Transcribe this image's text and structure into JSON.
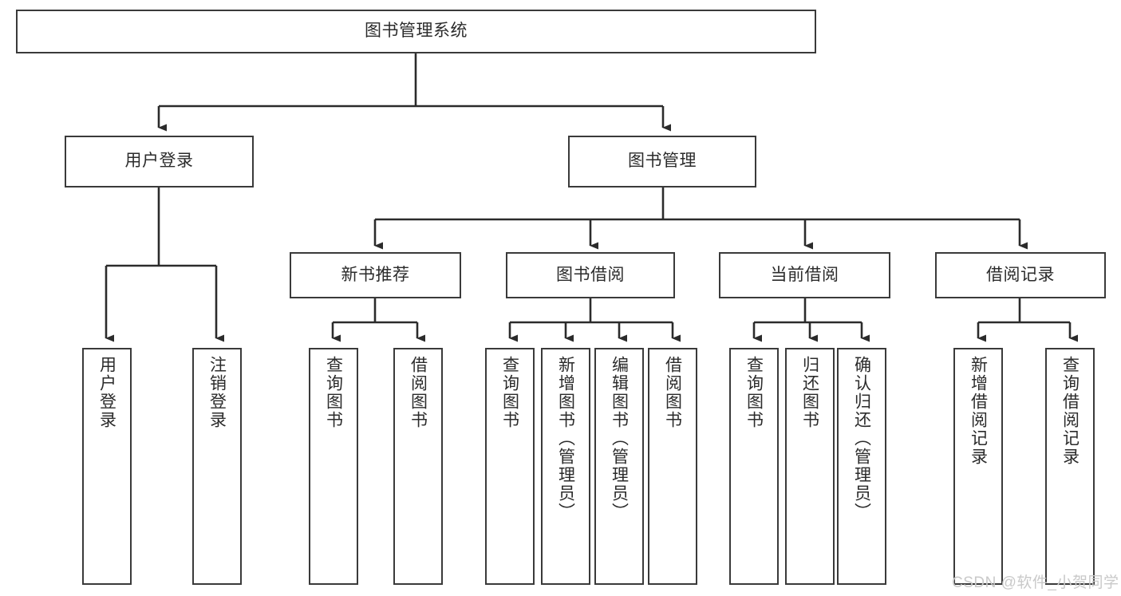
{
  "diagram": {
    "title": "图书管理系统",
    "type": "hierarchy-tree",
    "root": {
      "id": "root",
      "label": "图书管理系统"
    },
    "level1": [
      {
        "id": "user-login",
        "label": "用户登录"
      },
      {
        "id": "book-manage",
        "label": "图书管理"
      }
    ],
    "level2": [
      {
        "id": "new-book-rec",
        "label": "新书推荐"
      },
      {
        "id": "book-borrow",
        "label": "图书借阅"
      },
      {
        "id": "current-borrow",
        "label": "当前借阅"
      },
      {
        "id": "borrow-record",
        "label": "借阅记录"
      }
    ],
    "leaves": {
      "user_login": [
        {
          "id": "leaf-user-login",
          "label": "用户登录"
        },
        {
          "id": "leaf-logout-login",
          "label": "注销登录"
        }
      ],
      "new_book_rec": [
        {
          "id": "leaf-query-book-1",
          "label": "查询图书"
        },
        {
          "id": "leaf-borrow-book-1",
          "label": "借阅图书"
        }
      ],
      "book_borrow": [
        {
          "id": "leaf-query-book-2",
          "label": "查询图书"
        },
        {
          "id": "leaf-add-book",
          "label": "新增图书（管理员）"
        },
        {
          "id": "leaf-edit-book",
          "label": "编辑图书（管理员）"
        },
        {
          "id": "leaf-borrow-book-2",
          "label": "借阅图书"
        }
      ],
      "current_borrow": [
        {
          "id": "leaf-query-book-3",
          "label": "查询图书"
        },
        {
          "id": "leaf-return-book",
          "label": "归还图书"
        },
        {
          "id": "leaf-confirm-return",
          "label": "确认归还（管理员）"
        }
      ],
      "borrow_record": [
        {
          "id": "leaf-add-record",
          "label": "新增借阅记录"
        },
        {
          "id": "leaf-query-record",
          "label": "查询借阅记录"
        }
      ]
    }
  },
  "watermark": {
    "text": "CSDN @软件_小贺同学"
  },
  "colors": {
    "border": "#3a3a3a",
    "connector": "#2b2b2b",
    "text": "#2b2b2b",
    "background": "#ffffff",
    "watermark": "#c9c9c9"
  }
}
